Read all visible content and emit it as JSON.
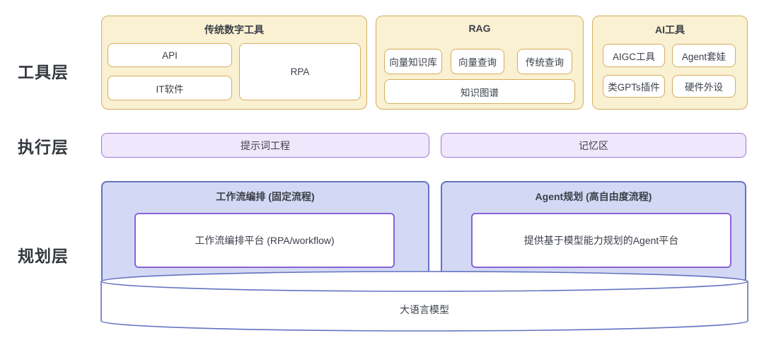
{
  "colors": {
    "tool_fill": "#FAF0D2",
    "tool_border": "#D5AE5E",
    "exec_fill": "#EFE7FB",
    "exec_border": "#9A79DC",
    "plan_fill": "#D3D9F4",
    "plan_border": "#6473C0",
    "inner_plan_border": "#8A63D4",
    "text": "#3B4049"
  },
  "layers": {
    "tools": {
      "label": "工具层",
      "groups": [
        {
          "title": "传统数字工具",
          "items": [
            {
              "label": "API"
            },
            {
              "label": "IT软件"
            },
            {
              "label": "RPA"
            }
          ]
        },
        {
          "title": "RAG",
          "items": [
            {
              "label": "向量知识库"
            },
            {
              "label": "向量查询"
            },
            {
              "label": "传统查询"
            },
            {
              "label": "知识图谱"
            }
          ]
        },
        {
          "title": "AI工具",
          "items": [
            {
              "label": "AIGC工具"
            },
            {
              "label": "Agent套娃"
            },
            {
              "label": "类GPTs插件"
            },
            {
              "label": "硬件外设"
            }
          ]
        }
      ]
    },
    "execution": {
      "label": "执行层",
      "items": [
        {
          "label": "提示词工程"
        },
        {
          "label": "记忆区"
        }
      ]
    },
    "planning": {
      "label": "规划层",
      "groups": [
        {
          "title": "工作流编排 (固定流程)",
          "inner": "工作流编排平台 (RPA/workflow)"
        },
        {
          "title": "Agent规划 (高自由度流程)",
          "inner": "提供基于模型能力规划的Agent平台"
        }
      ],
      "cylinder": {
        "label": "大语言模型"
      }
    }
  }
}
